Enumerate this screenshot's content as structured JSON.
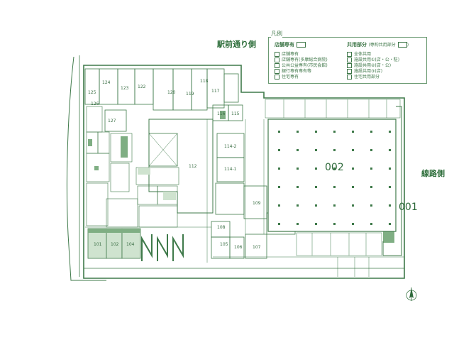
{
  "labels": {
    "station_side": "駅前通り側",
    "railway_side": "線路側"
  },
  "legend": {
    "title": "凡例",
    "store_title": "店舗専有",
    "shared_title": "共用部分",
    "shared_subtitle": "(専約共用部分",
    "shared_subtitle_end": ")",
    "store_items": [
      "店舗専有",
      "店舗専有(多摩総合病院)",
      "公共公益専有(市民会館)",
      "銀行専有専有等",
      "住宅専有"
    ],
    "shared_items": [
      "全体共用",
      "施設共用①(店・公・駐)",
      "施設共用②(店・公)",
      "施設共用③(店)",
      "住宅共用部分"
    ]
  },
  "units": {
    "u101": "101",
    "u102": "102",
    "u104": "104",
    "u105": "105",
    "u106": "106",
    "u107": "107",
    "u108": "108",
    "u109": "109",
    "u112": "112",
    "u1141": "114-1",
    "u1142": "114-2",
    "u115": "115",
    "u116": "116",
    "u117": "117",
    "u118": "118",
    "u119": "119",
    "u120": "120",
    "u122": "122",
    "u123": "123",
    "u124": "124",
    "u125": "125",
    "u126": "126",
    "u127": "127",
    "u001": "001",
    "u002": "002"
  },
  "colors": {
    "line": "#3f7a4a",
    "fill_shared": "#cfe3cf",
    "fill_dark": "#7fae83",
    "bg": "#ffffff"
  },
  "icons": {
    "north": "north-arrow-icon"
  }
}
